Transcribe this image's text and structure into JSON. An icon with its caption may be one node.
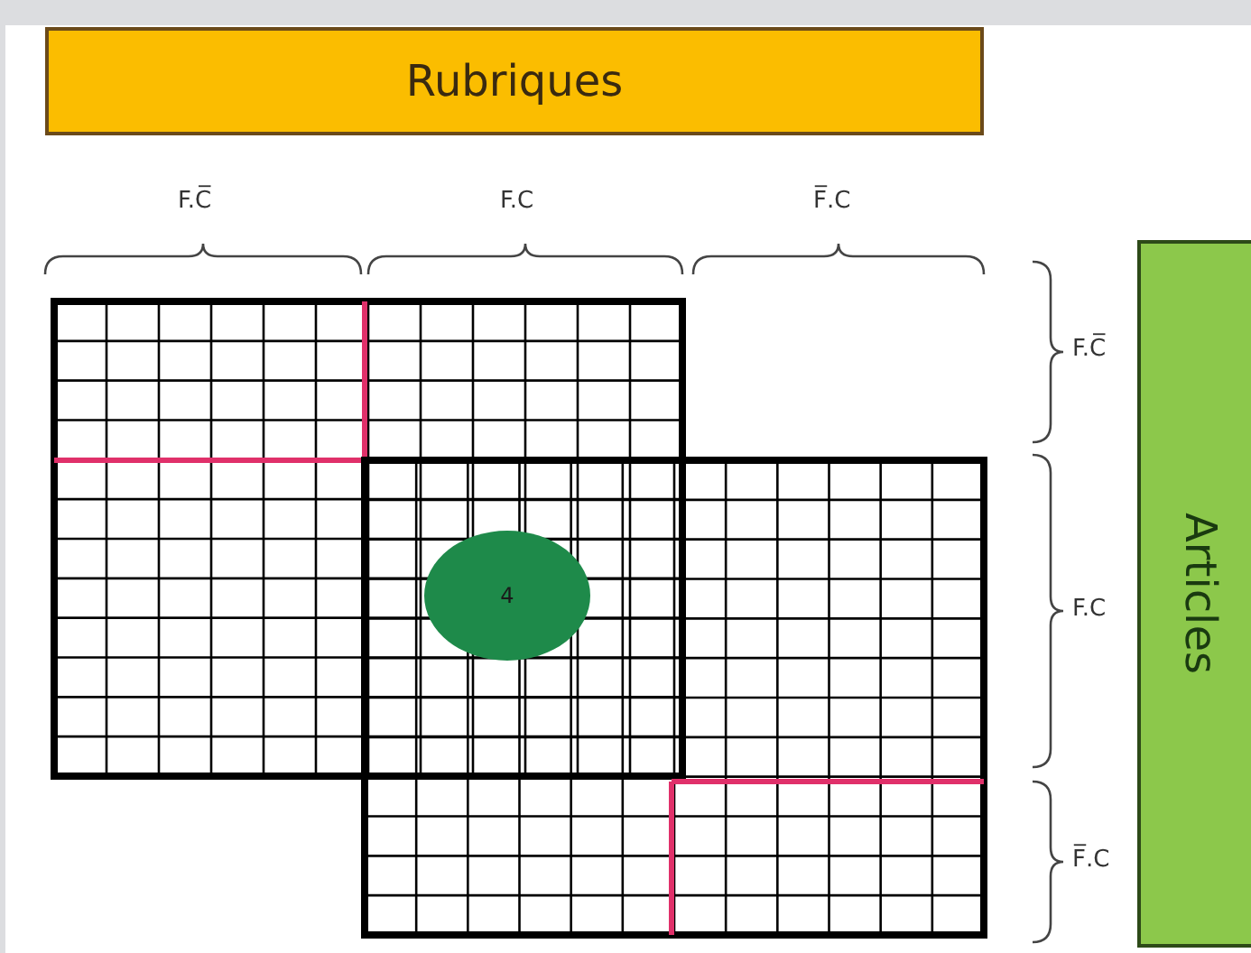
{
  "diagram": {
    "nodes": [
      {
        "text": [
          "Rubriques"
        ]
      },
      {
        "text": [
          "4"
        ]
      },
      {
        "text": [
          "Articles"
        ]
      }
    ],
    "labels": [
      "F.C̅",
      "F.C",
      "F̅.C",
      "F.C̅",
      "F.C",
      "F̅.C"
    ]
  }
}
